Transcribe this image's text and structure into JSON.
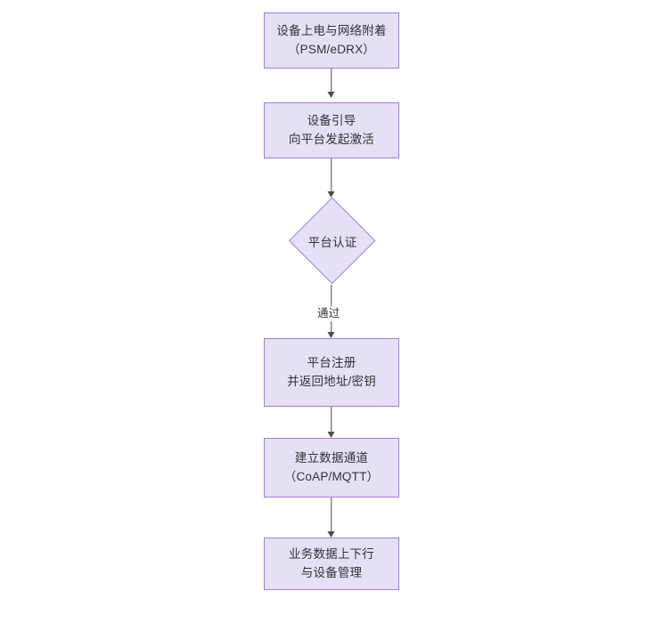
{
  "diagram": {
    "type": "flowchart",
    "orientation": "top-to-bottom",
    "background_color": "#ffffff",
    "node_fill_color": "#e6e0f7",
    "node_border_color": "#9f7fd4",
    "connector_color": "#4d4d4d",
    "text_color": "#333333",
    "nodes": [
      {
        "id": "n1",
        "shape": "rectangle",
        "line1": "设备上电与网络附着",
        "line2": "（PSM/eDRX）"
      },
      {
        "id": "n2",
        "shape": "rectangle",
        "line1": "设备引导",
        "line2": "向平台发起激活"
      },
      {
        "id": "n3",
        "shape": "diamond",
        "line1": "平台认证",
        "line2": ""
      },
      {
        "id": "n4",
        "shape": "rectangle",
        "line1": "平台注册",
        "line2": "并返回地址/密钥"
      },
      {
        "id": "n5",
        "shape": "rectangle",
        "line1": "建立数据通道",
        "line2": "（CoAP/MQTT）"
      },
      {
        "id": "n6",
        "shape": "rectangle",
        "line1": "业务数据上下行",
        "line2": "与设备管理"
      }
    ],
    "edges": [
      {
        "id": "e1",
        "from": "n1",
        "to": "n2",
        "label": ""
      },
      {
        "id": "e2",
        "from": "n2",
        "to": "n3",
        "label": ""
      },
      {
        "id": "e3",
        "from": "n3",
        "to": "n4",
        "label": "通过"
      },
      {
        "id": "e4",
        "from": "n4",
        "to": "n5",
        "label": ""
      },
      {
        "id": "e5",
        "from": "n5",
        "to": "n6",
        "label": ""
      }
    ]
  }
}
